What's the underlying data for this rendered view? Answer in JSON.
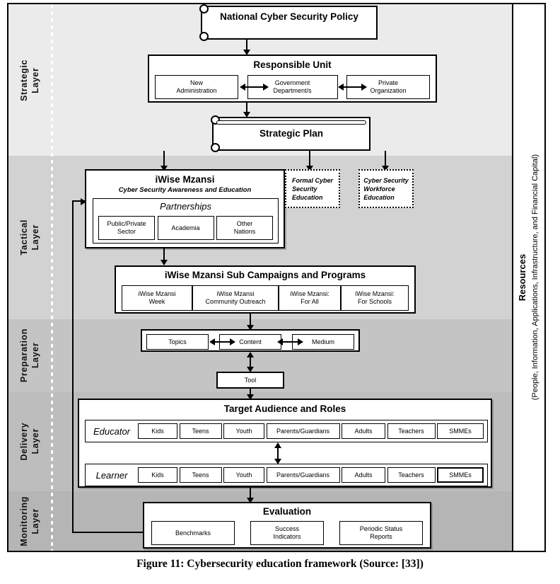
{
  "figure": {
    "caption": "Figure 11: Cybersecurity education framework (Source: [33])"
  },
  "resources": {
    "title": "Resources",
    "subtitle": "(People, Information, Applications, Infrastructure, and Financial Capital)"
  },
  "layers": [
    {
      "id": "strategic",
      "label": "Strategic\nLayer",
      "color": "#ebebeb"
    },
    {
      "id": "tactical",
      "label": "Tactical\nLayer",
      "color": "#d2d2d2"
    },
    {
      "id": "preparation",
      "label": "Preparation\nLayer",
      "color": "#c4c4c4"
    },
    {
      "id": "delivery",
      "label": "Delivery\nLayer",
      "color": "#bdbdbd"
    },
    {
      "id": "monitoring",
      "label": "Monitoring\nLayer",
      "color": "#b5b5b5"
    }
  ],
  "strategic": {
    "policy": "National Cyber Security Policy",
    "responsible_unit": {
      "title": "Responsible Unit",
      "items": [
        "New\nAdministration",
        "Government\nDepartment/s",
        "Private\nOrganization"
      ]
    },
    "strategic_plan": "Strategic Plan"
  },
  "tactical": {
    "iwise": {
      "title": "iWise Mzansi",
      "subtitle": "Cyber Security Awareness and Education",
      "partnerships_title": "Partnerships",
      "partners": [
        "Public/Private\nSector",
        "Academia",
        "Other\nNations"
      ]
    },
    "side_boxes": [
      "Formal Cyber\nSecurity\nEducation",
      "Cyber Security\nWorkforce\nEducation"
    ],
    "sub_campaigns": {
      "title": "iWise Mzansi Sub Campaigns and Programs",
      "items": [
        "iWise Mzansi\nWeek",
        "iWise Mzansi\nCommunity Outreach",
        "iWise Mzansi:\nFor All",
        "iWise Mzansi:\nFor Schools"
      ]
    }
  },
  "preparation": {
    "row": [
      "Topics",
      "Content",
      "Medium"
    ],
    "tool": "Tool"
  },
  "delivery": {
    "title": "Target Audience and Roles",
    "rows": [
      {
        "role": "Educator",
        "items": [
          "Kids",
          "Teens",
          "Youth",
          "Parents/Guardians",
          "Adults",
          "Teachers",
          "SMMEs"
        ]
      },
      {
        "role": "Learner",
        "items": [
          "Kids",
          "Teens",
          "Youth",
          "Parents/Guardians",
          "Adults",
          "Teachers",
          "SMMEs"
        ]
      }
    ]
  },
  "monitoring": {
    "title": "Evaluation",
    "items": [
      "Benchmarks",
      "Success\nIndicators",
      "Periodic Status\nReports"
    ]
  }
}
